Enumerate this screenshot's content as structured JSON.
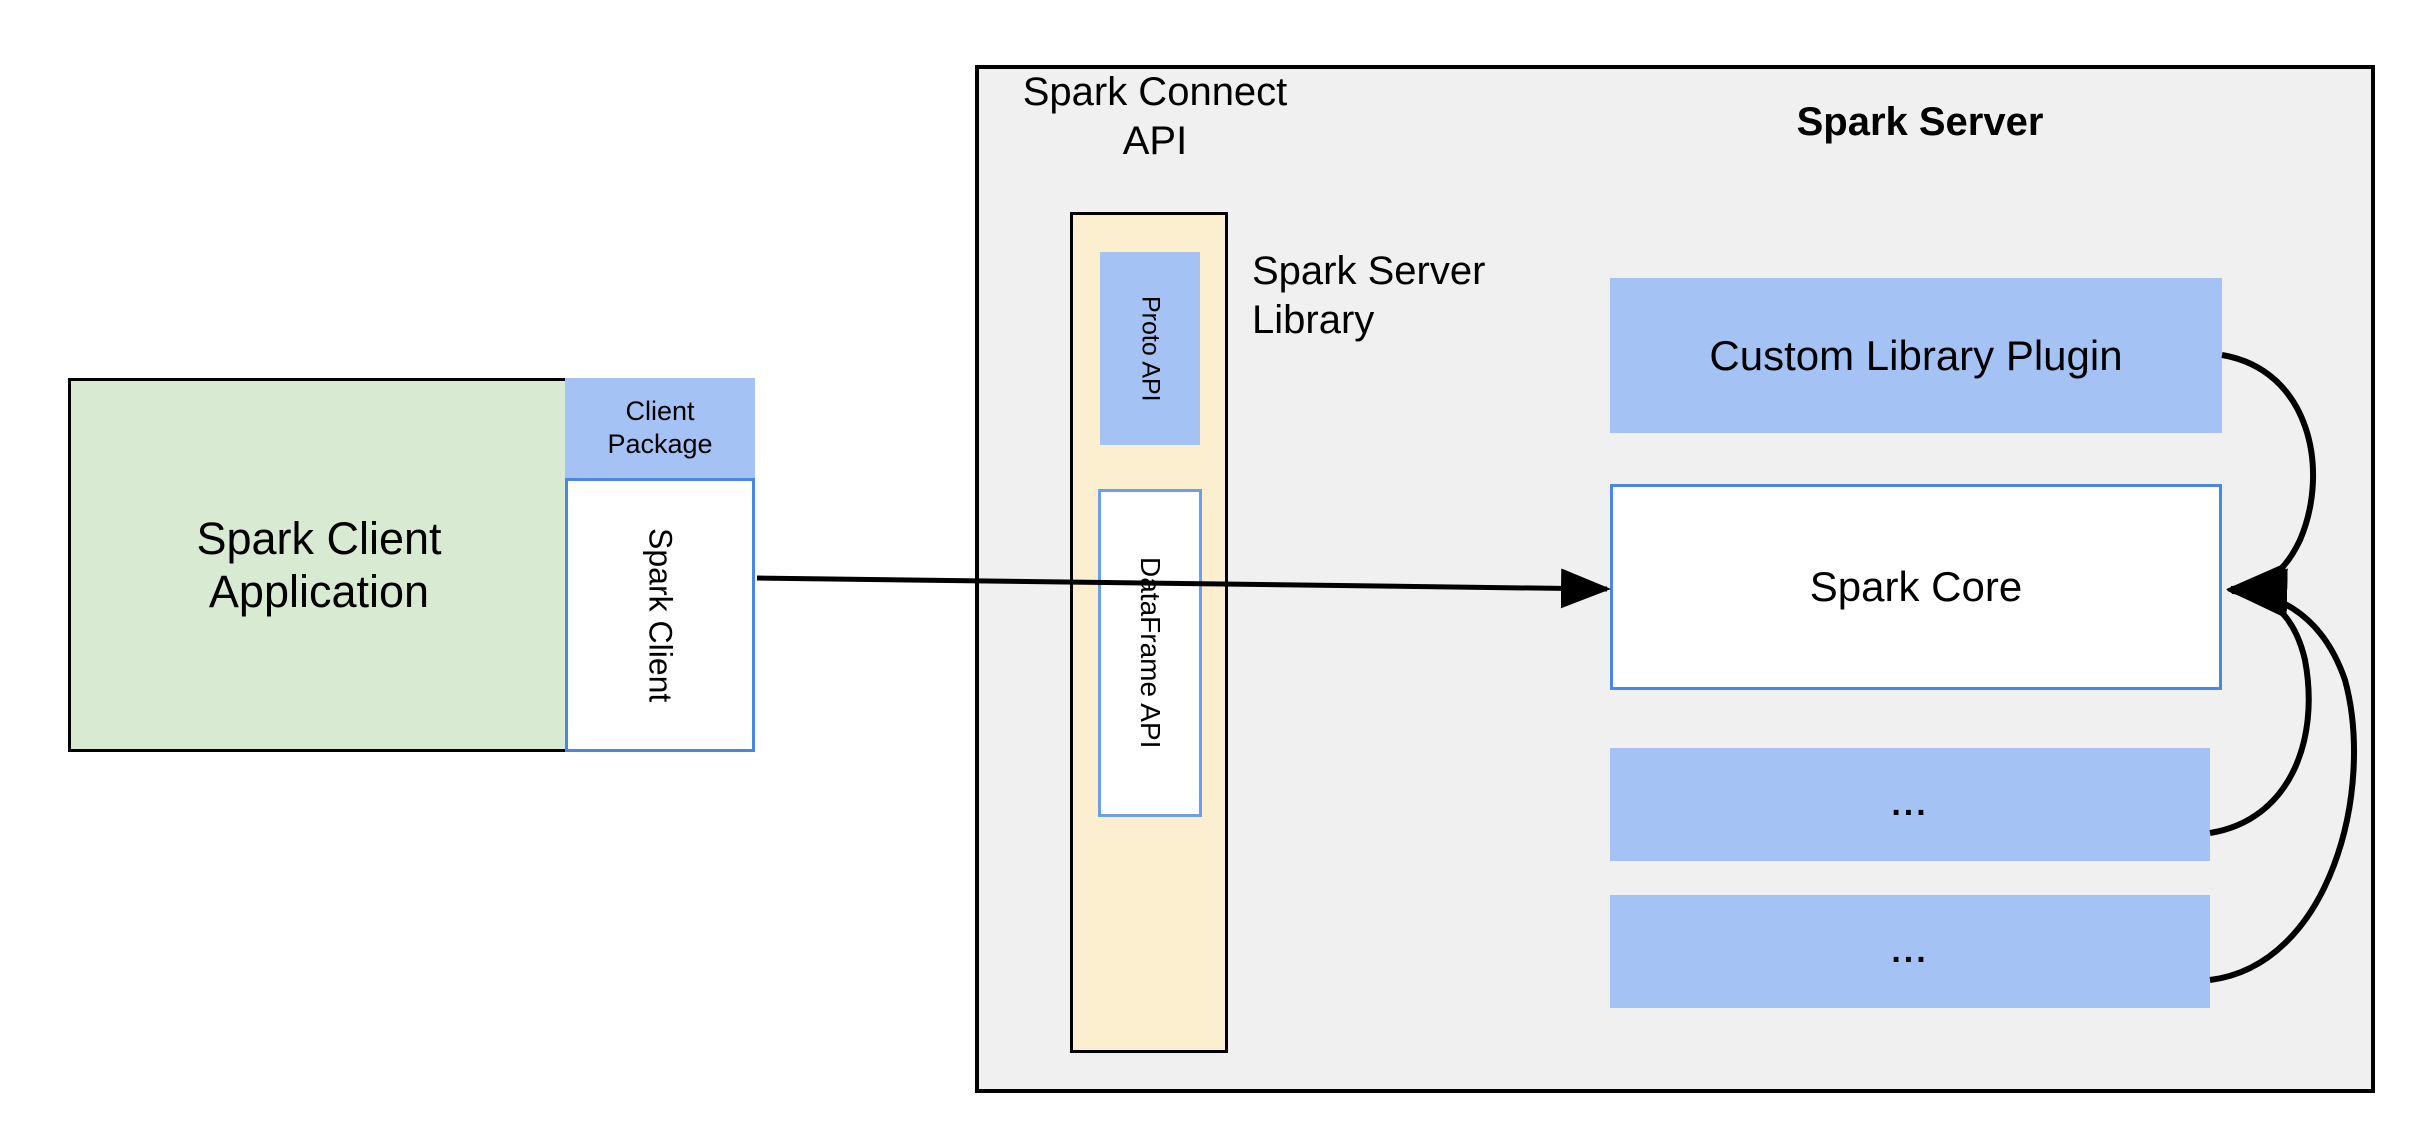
{
  "diagram": {
    "title": "Spark Connect architecture",
    "colors": {
      "client_app_fill": "#D9EAD3",
      "blue_fill": "#A4C2F4",
      "blue_border": "#4A86E8",
      "server_panel_fill": "#F0F0F0",
      "connect_column_fill": "#FCEFCF",
      "stroke": "#000000",
      "white": "#FFFFFF"
    }
  },
  "client": {
    "application_label": "Spark Client\nApplication",
    "application_line1": "Spark Client",
    "application_line2": "Application",
    "package_line1": "Client",
    "package_line2": "Package",
    "spark_client_label": "Spark Client"
  },
  "server": {
    "panel_title": "Spark Server",
    "connect_api_line1": "Spark Connect",
    "connect_api_line2": "API",
    "server_library_line1": "Spark Server",
    "server_library_line2": "Library",
    "connect_column": {
      "proto_api_label": "Proto API",
      "dataframe_api_label": "DataFrame API"
    },
    "components": [
      {
        "label": "Custom Library Plugin"
      },
      {
        "label": "Spark Core"
      },
      {
        "label": "..."
      },
      {
        "label": "..."
      }
    ]
  },
  "connectors": {
    "client_to_core": "Spark Client → Spark Core",
    "plugin_to_core": "Custom Library Plugin → Spark Core",
    "ellipsis1_to_core": "... → Spark Core",
    "ellipsis2_to_core": "... → Spark Core"
  }
}
